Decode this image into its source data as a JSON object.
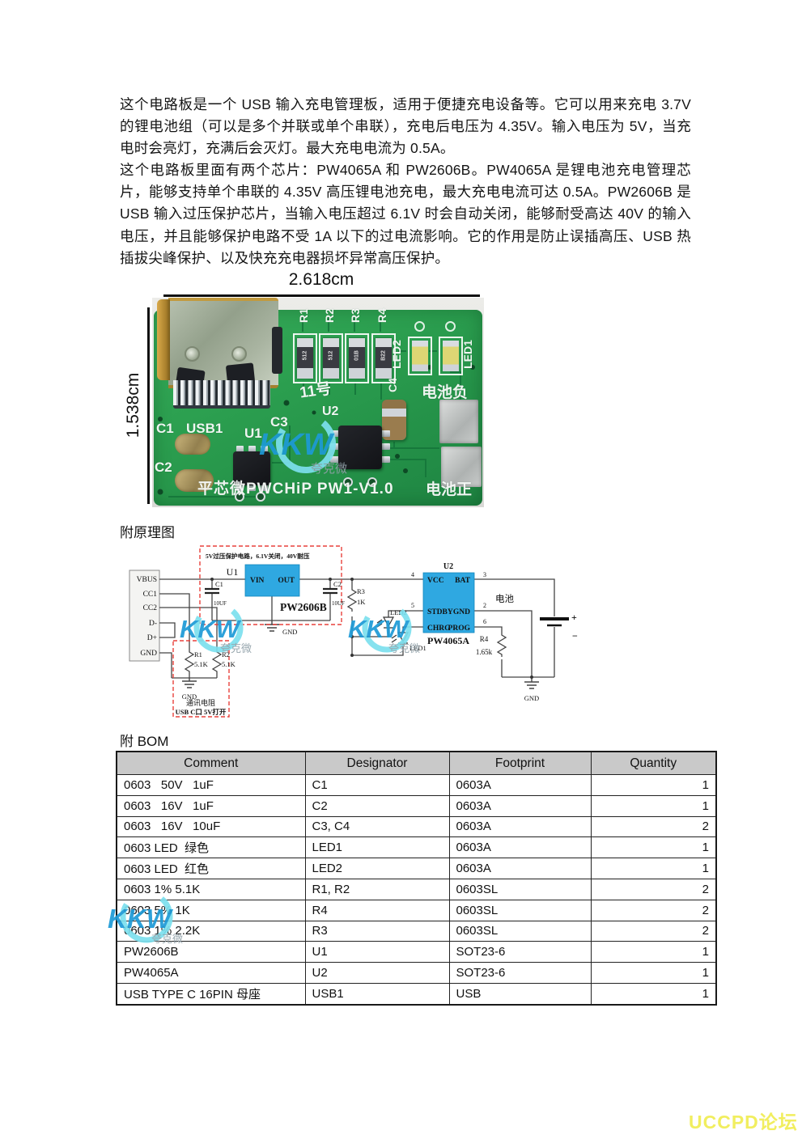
{
  "intro": {
    "p1": "这个电路板是一个 USB 输入充电管理板，适用于便捷充电设备等。它可以用来充电 3.7V 的锂电池组（可以是多个并联或单个串联），充电后电压为 4.35V。输入电压为 5V，当充电时会亮灯，充满后会灭灯。最大充电电流为 0.5A。",
    "p2": "这个电路板里面有两个芯片：PW4065A 和 PW2606B。PW4065A 是锂电池充电管理芯片，能够支持单个串联的 4.35V 高压锂电池充电，最大充电电流可达 0.5A。PW2606B 是 USB 输入过压保护芯片，当输入电压超过 6.1V 时会自动关闭，能够耐受高达 40V 的输入电压，并且能够保护电路不受 1A 以下的过电流影响。它的作用是防止误插高压、USB 热插拔尖峰保护、以及快充充电器损坏异常高压保护。"
  },
  "pcb_photo": {
    "width_label": "2.618cm",
    "height_label": "1.538cm",
    "labels": {
      "c1": "C1",
      "c2": "C2",
      "c3": "C3",
      "c4": "C4",
      "usb1": "USB1",
      "u1": "U1",
      "u2": "U2",
      "board_no": "11号",
      "r1": "R1",
      "r2": "R2",
      "r3": "R3",
      "r4": "R4",
      "led1": "LED1",
      "led2": "LED2",
      "bat_neg": "电池负",
      "bat_pos": "电池正",
      "bottom_silk": "平芯微PWCHiP PW1-V1.0",
      "code_r1": "512",
      "code_r2": "512",
      "code_r3": "01B",
      "code_r4": "B22"
    }
  },
  "watermark": {
    "brand": "KKW",
    "sub": "夸克微"
  },
  "schematic": {
    "heading": "附原理图",
    "protect_note": "5V过压保护电路，6.1V关闭，40V耐压",
    "comm_note1": "通讯电阻",
    "comm_note2": "USB C口 5V打开",
    "usb_pins": [
      "VBUS",
      "CC1",
      "CC2",
      "D-",
      "D+",
      "GND"
    ],
    "u1": {
      "ref": "U1",
      "part": "PW2606B",
      "vin": "VIN",
      "out": "OUT"
    },
    "u2": {
      "ref": "U2",
      "part": "PW4065A",
      "vcc": "VCC",
      "bat": "BAT",
      "stdby": "STDBY",
      "gnd": "GND",
      "chrg": "CHRG",
      "prog": "PROG",
      "n_vcc": "4",
      "n_bat": "3",
      "n_stdby": "5",
      "n_gnd": "2",
      "n_prog": "6"
    },
    "c1": {
      "ref": "C1",
      "val": "10UF"
    },
    "c2": {
      "ref": "C2",
      "val": "10UF"
    },
    "r1": {
      "ref": "R1",
      "val": "5.1K"
    },
    "r2": {
      "ref": "R2",
      "val": "5.1K"
    },
    "r3": {
      "ref": "R3",
      "val": "1K"
    },
    "r4": {
      "ref": "R4",
      "val": "1.65k"
    },
    "led1": "LED1",
    "led2": "LED2",
    "battery": "电池",
    "plus": "+",
    "minus": "−",
    "gnd": "GND"
  },
  "bom": {
    "heading": "附 BOM",
    "columns": [
      "Comment",
      "Designator",
      "Footprint",
      "Quantity"
    ],
    "rows": [
      [
        "0603   50V   1uF",
        "C1",
        "0603A",
        "1"
      ],
      [
        "0603   16V   1uF",
        "C2",
        "0603A",
        "1"
      ],
      [
        "0603   16V   10uF",
        "C3, C4",
        "0603A",
        "2"
      ],
      [
        "0603 LED  绿色",
        "LED1",
        "0603A",
        "1"
      ],
      [
        "0603 LED  红色",
        "LED2",
        "0603A",
        "1"
      ],
      [
        "0603 1% 5.1K",
        "R1, R2",
        "0603SL",
        "2"
      ],
      [
        "0603 5% 1K",
        "R4",
        "0603SL",
        "2"
      ],
      [
        "0603 1% 2.2K",
        "R3",
        "0603SL",
        "2"
      ],
      [
        "PW2606B",
        "U1",
        "SOT23-6",
        "1"
      ],
      [
        "PW4065A",
        "U2",
        "SOT23-6",
        "1"
      ],
      [
        "USB TYPE C 16PIN 母座",
        "USB1",
        "USB",
        "1"
      ]
    ]
  },
  "forum_watermark": "UCCPD论坛",
  "colors": {
    "pcb_green": "#2b9a4e",
    "schematic_blue": "#2fa8e1",
    "dashed_red": "#e8413c",
    "watermark_blue": "#1d9ad6",
    "watermark_cyan": "#7ce0ee",
    "forum_yellow": "#f1ee5f",
    "table_header_gray": "#c9c9c9"
  }
}
